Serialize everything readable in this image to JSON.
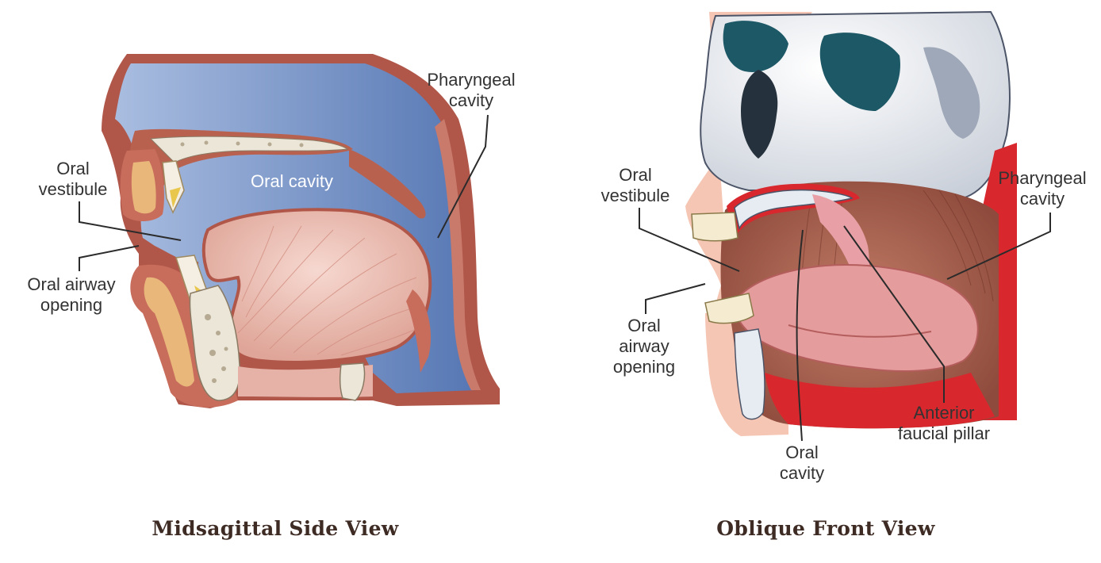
{
  "midsagittal": {
    "caption": "Midsagittal Side View",
    "labels": {
      "pharyngeal_1": "Pharyngeal",
      "pharyngeal_2": "cavity",
      "oral_cavity": "Oral cavity",
      "vestibule_1": "Oral",
      "vestibule_2": "vestibule",
      "airway_1": "Oral airway",
      "airway_2": "opening"
    }
  },
  "oblique": {
    "caption": "Oblique Front View",
    "labels": {
      "vestibule_1": "Oral",
      "vestibule_2": "vestibule",
      "pharyngeal_1": "Pharyngeal",
      "pharyngeal_2": "cavity",
      "airway_1": "Oral",
      "airway_2": "airway",
      "airway_3": "opening",
      "pillar_1": "Anterior",
      "pillar_2": "faucial pillar",
      "oral_cavity_1": "Oral",
      "oral_cavity_2": "cavity"
    }
  },
  "colors": {
    "airway_blue": "#5b7fba",
    "tissue_red": "#b0574a",
    "tongue_pink": "#ecbcb2",
    "bone_cream": "#ece6d8",
    "caption_brown": "#3d2b24"
  }
}
